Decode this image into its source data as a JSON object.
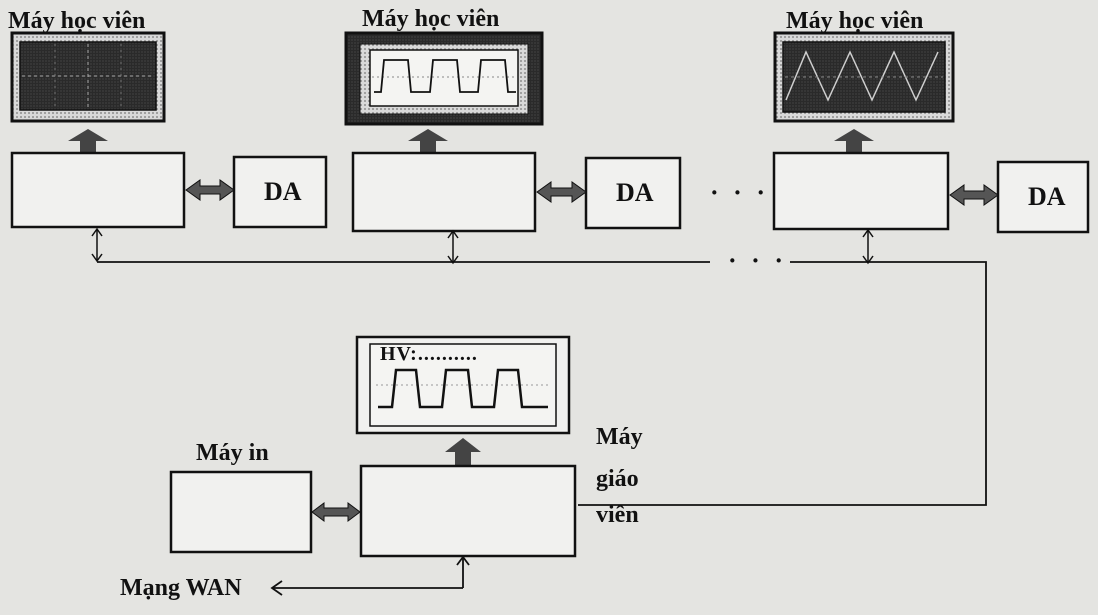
{
  "stations": [
    {
      "title": "Máy học viên",
      "da": "DA"
    },
    {
      "title": "Máy học viên",
      "da": "DA"
    },
    {
      "title": "Máy học viên",
      "da": "DA"
    }
  ],
  "ellipsis": {
    "row": "· · ·",
    "bus": "· · ·"
  },
  "teacher": {
    "monitor_text": "HV:..........",
    "label_line1": "Máy",
    "label_line2": "giáo",
    "label_line3": "viên"
  },
  "printer": {
    "label": "Máy in"
  },
  "wan": {
    "label": "Mạng WAN"
  }
}
